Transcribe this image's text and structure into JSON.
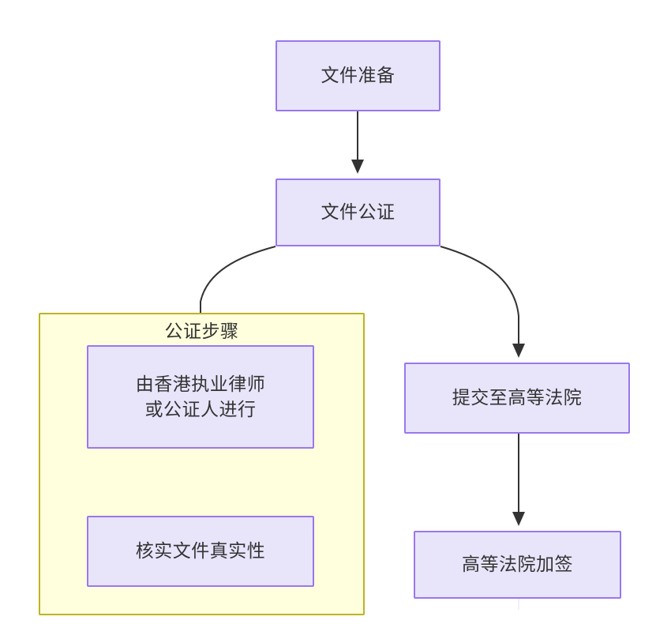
{
  "diagram": {
    "type": "flowchart",
    "direction": "top-down",
    "title": "",
    "colors": {
      "node_fill": "#e8e5fb",
      "node_stroke": "#9a77ed",
      "cluster_fill": "#ffffdd",
      "cluster_stroke": "#bcb423",
      "edge_stroke": "#333333",
      "text": "#333333",
      "background": "#ffffff"
    },
    "clusters": [
      {
        "id": "notary_steps",
        "label": "公证步骤",
        "contains": [
          "lawyer",
          "verify"
        ]
      }
    ],
    "nodes": [
      {
        "id": "doc_prep",
        "label": "文件准备"
      },
      {
        "id": "notarize",
        "label": "文件公证"
      },
      {
        "id": "lawyer",
        "label": "由香港执业律师\n或公证人进行",
        "line1": "由香港执业律师",
        "line2": "或公证人进行"
      },
      {
        "id": "verify",
        "label": "核实文件真实性"
      },
      {
        "id": "submit",
        "label": "提交至高等法院"
      },
      {
        "id": "apostille",
        "label": "高等法院加签"
      }
    ],
    "edges": [
      {
        "from": "doc_prep",
        "to": "notarize",
        "label": "",
        "style": "solid-arrow"
      },
      {
        "from": "notarize",
        "to": "lawyer",
        "label": "",
        "style": "solid-arrow-curved"
      },
      {
        "from": "notarize",
        "to": "submit",
        "label": "",
        "style": "solid-arrow-curved"
      },
      {
        "from": "lawyer",
        "to": "verify",
        "label": "",
        "style": "solid-arrow"
      },
      {
        "from": "submit",
        "to": "apostille",
        "label": "",
        "style": "solid-arrow"
      }
    ]
  }
}
